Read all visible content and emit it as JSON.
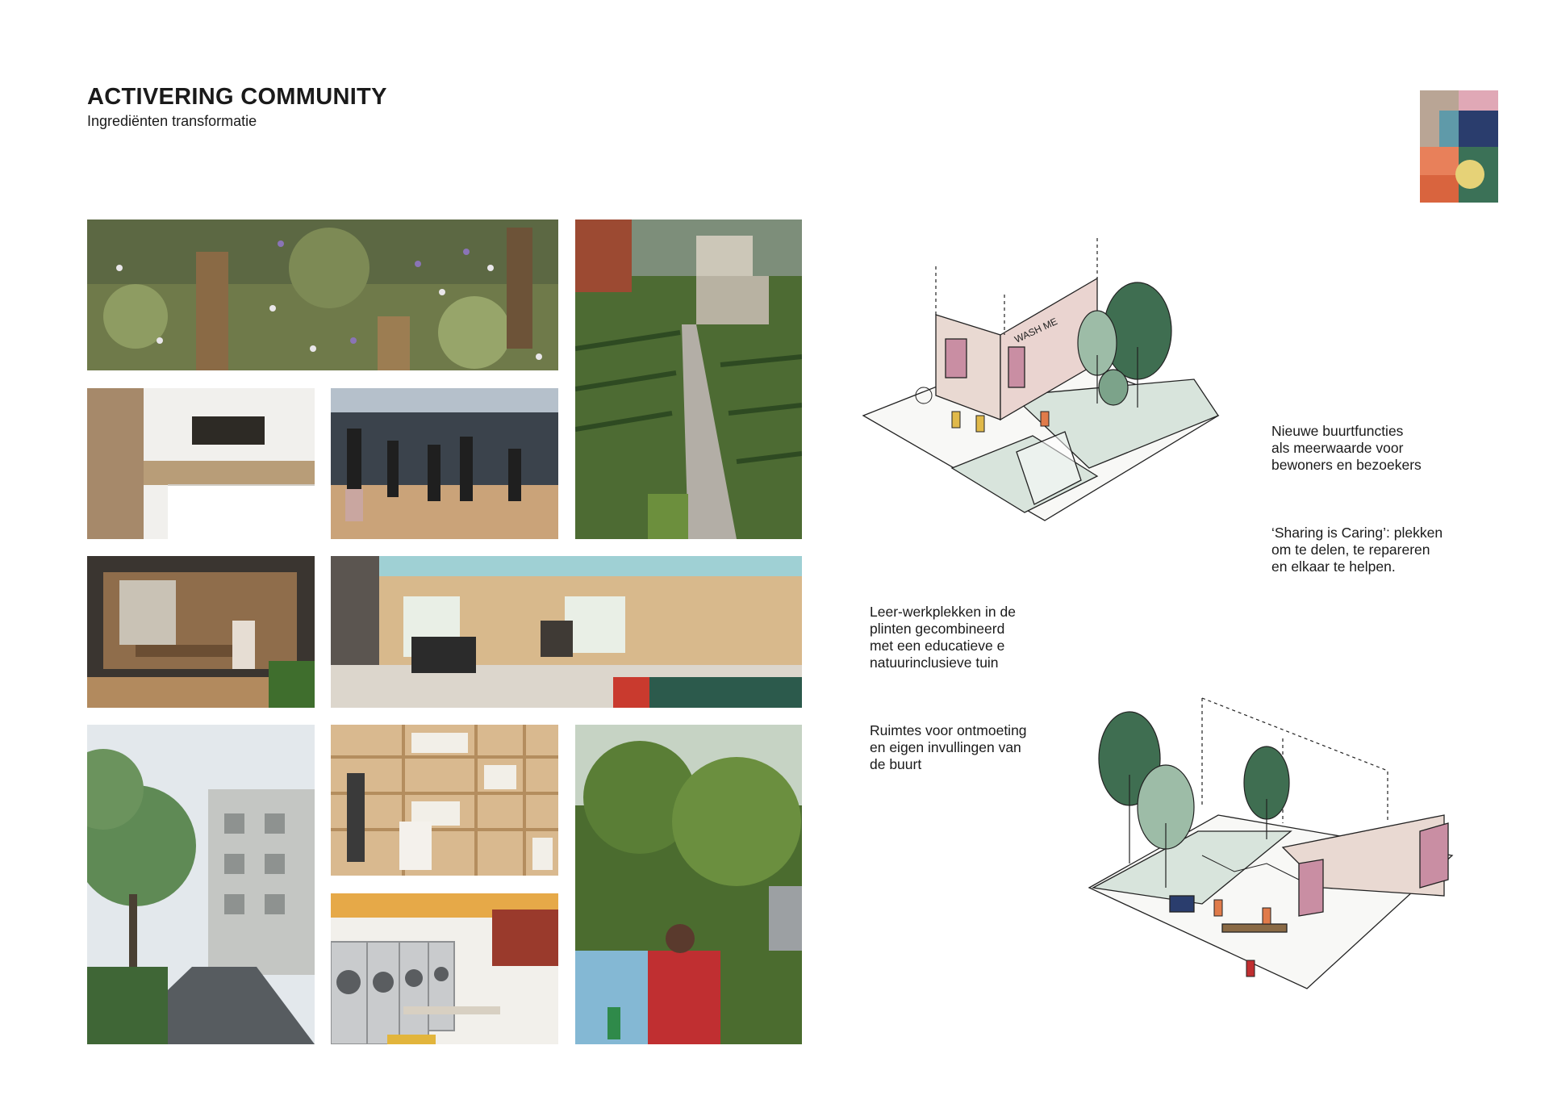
{
  "header": {
    "title": "ACTIVERING COMMUNITY",
    "subtitle": "Ingrediënten transformatie"
  },
  "logo_colors": [
    "#b9a595",
    "#e0a8b6",
    "#2a3d6d",
    "#5f9aa9",
    "#e8805a",
    "#d9643e",
    "#3b7157",
    "#e6d277"
  ],
  "captions": {
    "buurtfuncties": "Nieuwe buurtfuncties\nals meerwaarde voor\nbewoners en bezoekers",
    "sharing": "‘Sharing is Caring’: plekken\nom te delen, te repareren\nen elkaar te helpen.",
    "leerwerk": "Leer-werkplekken in de\nplinten gecombineerd\nmet een educatieve e\nnatuurinclusieve tuin",
    "ruimtes": "Ruimtes voor ontmoeting\nen eigen invullingen van\nde buurt"
  },
  "illustration_sign": "WASH ME"
}
